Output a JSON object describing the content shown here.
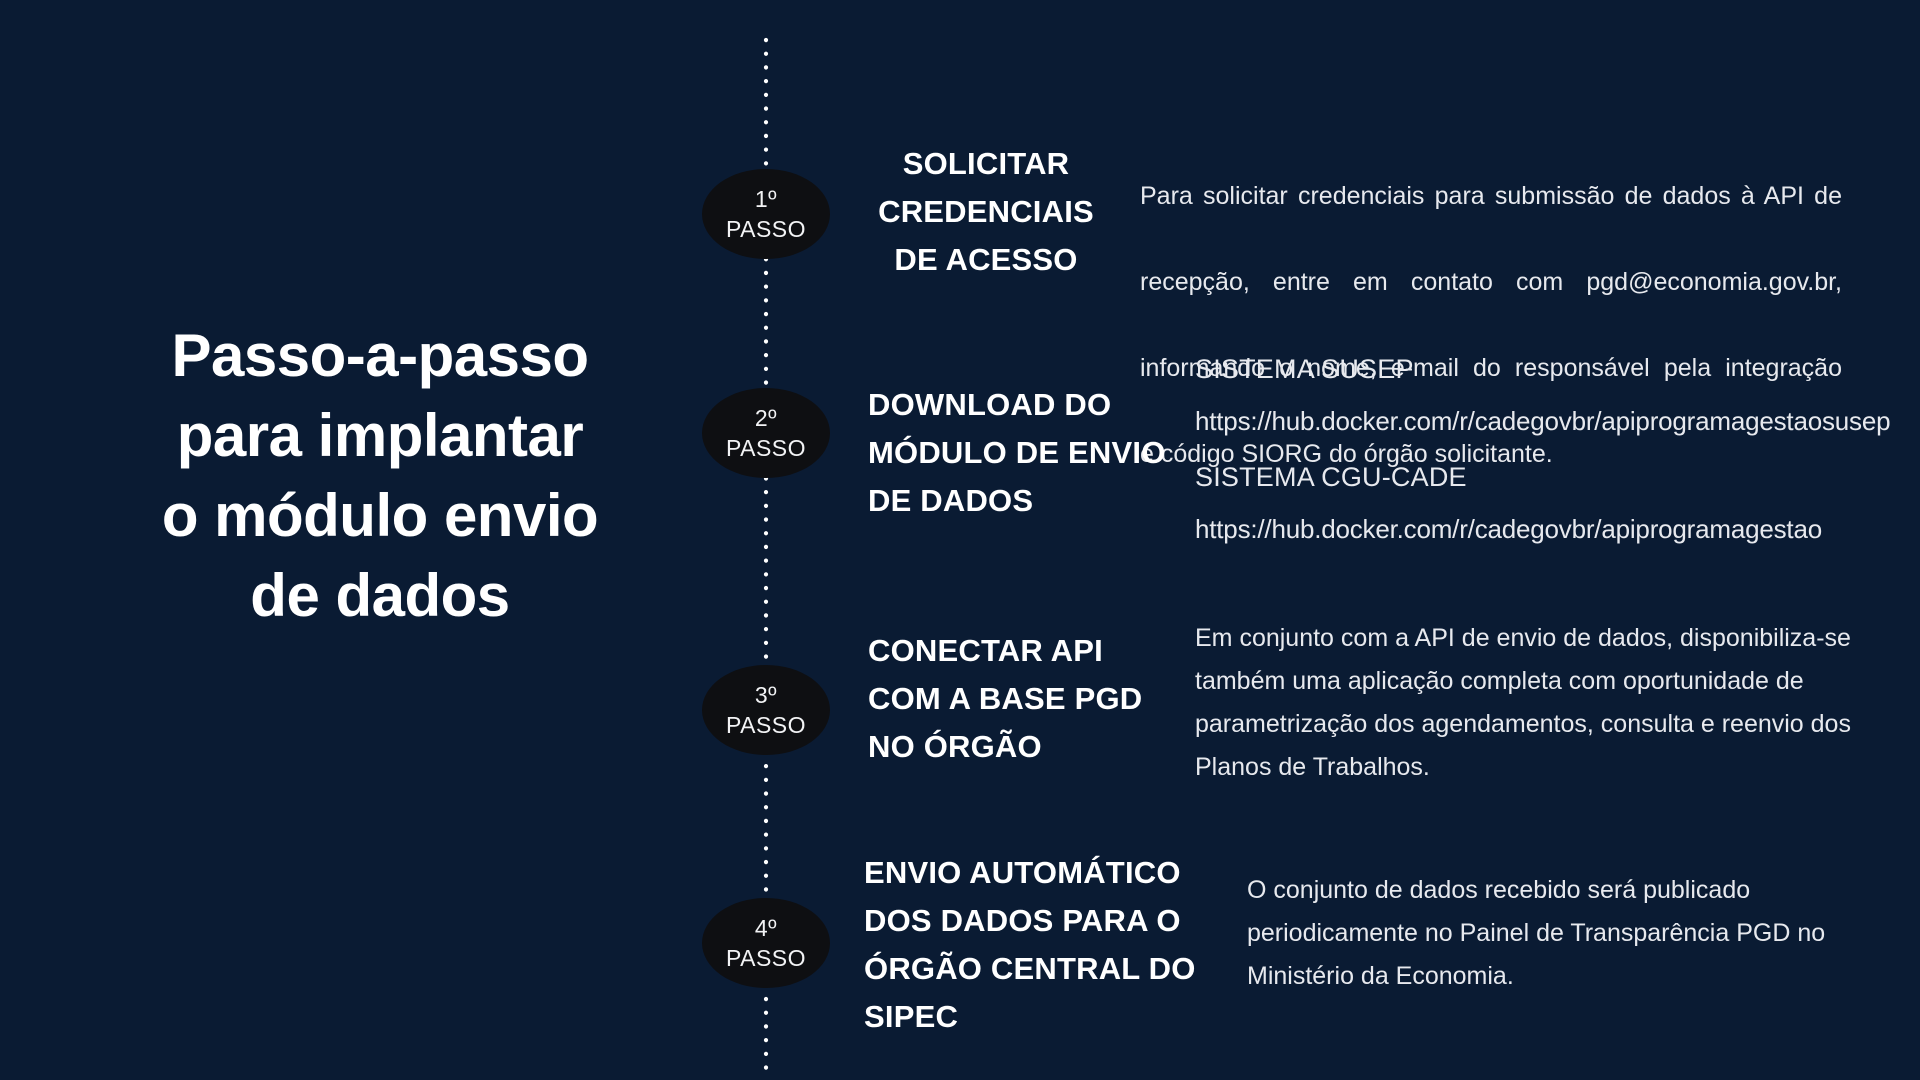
{
  "page": {
    "background_color": "#0a1b33",
    "badge_color": "#0e0f12",
    "dot_color": "#ffffff"
  },
  "title": "Passo-a-passo\npara implantar\no módulo envio\nde dados",
  "steps": [
    {
      "badge_number": "1º",
      "badge_label": "PASSO",
      "title": "SOLICITAR\nCREDENCIAIS\nDE ACESSO",
      "description_lines": [
        "Para solicitar credenciais para submissão de dados à API de",
        "recepção, entre em contato com pgd@economia.gov.br,",
        "informando o nome, e-mail do responsável pela integração",
        "e código SIORG do órgão solicitante."
      ]
    },
    {
      "badge_number": "2º",
      "badge_label": "PASSO",
      "title": "DOWNLOAD DO\nMÓDULO DE ENVIO\nDE DADOS",
      "systems": [
        {
          "name": "SISTEMA SUSEP",
          "url": "https://hub.docker.com/r/cadegovbr/apiprogramagestaosusep"
        },
        {
          "name": "SISTEMA CGU-CADE",
          "url": "https://hub.docker.com/r/cadegovbr/apiprogramagestao"
        }
      ]
    },
    {
      "badge_number": "3º",
      "badge_label": "PASSO",
      "title": "CONECTAR API\nCOM A BASE PGD\nNO ÓRGÃO",
      "description": "Em conjunto com a API de envio de dados, disponibiliza-se\ntambém uma aplicação completa com oportunidade de\nparametrização dos agendamentos,  consulta e reenvio dos\nPlanos de Trabalhos."
    },
    {
      "badge_number": "4º",
      "badge_label": "PASSO",
      "title": "ENVIO AUTOMÁTICO\nDOS DADOS PARA O\nÓRGÃO CENTRAL DO\nSIPEC",
      "description": "O conjunto de dados recebido será publicado\nperiodicamente no Painel de Transparência PGD no\nMinistério da Economia."
    }
  ]
}
